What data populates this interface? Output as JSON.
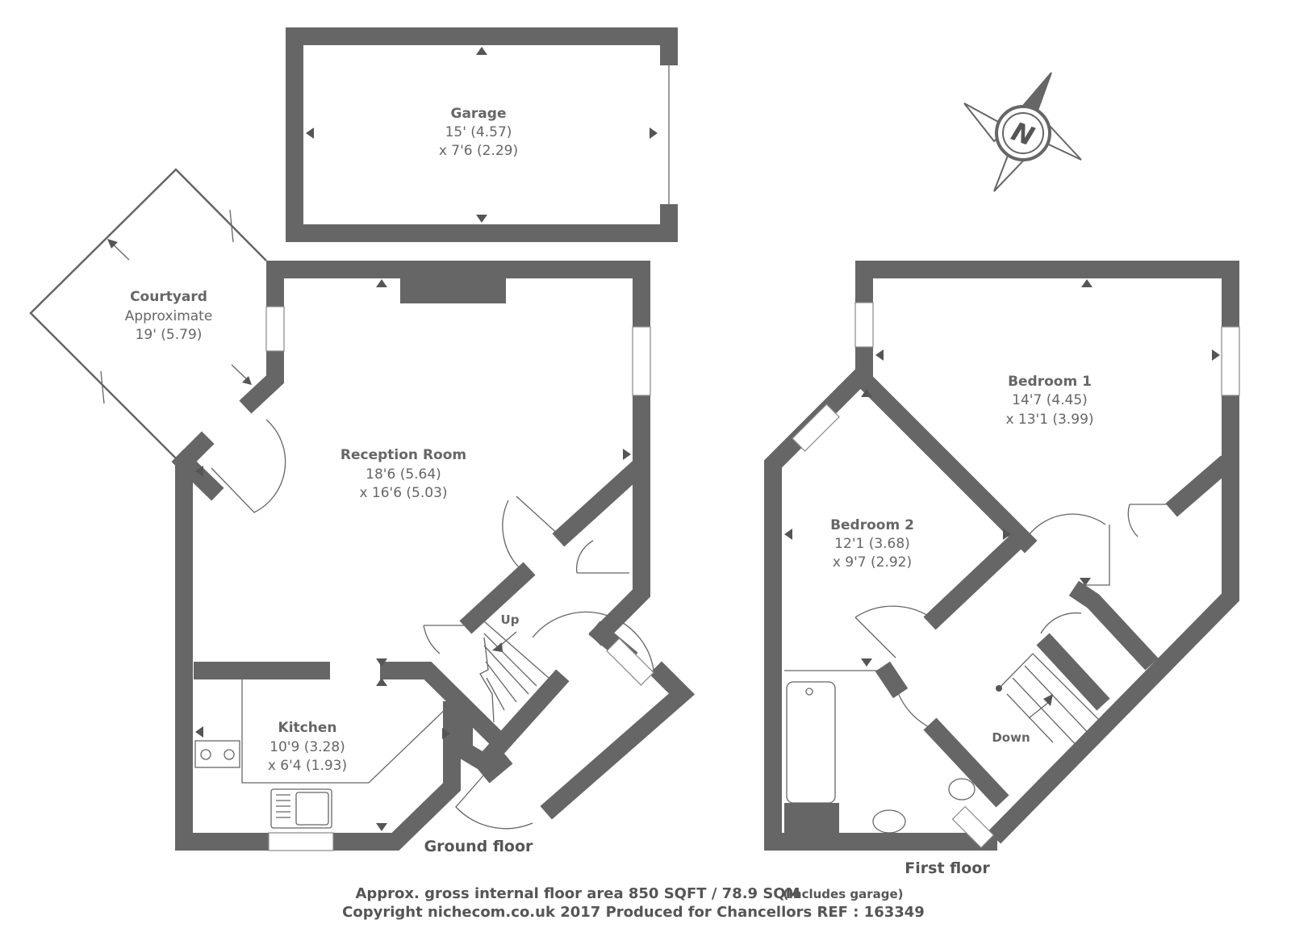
{
  "rooms": {
    "garage": {
      "name": "Garage",
      "dim1": "15' (4.57)",
      "dim2": "x 7'6 (2.29)"
    },
    "courtyard": {
      "name": "Courtyard",
      "note": "Approximate",
      "dim1": "19' (5.79)"
    },
    "reception": {
      "name": "Reception Room",
      "dim1": "18'6 (5.64)",
      "dim2": "x 16'6 (5.03)"
    },
    "kitchen": {
      "name": "Kitchen",
      "dim1": "10'9 (3.28)",
      "dim2": "x 6'4 (1.93)"
    },
    "bedroom1": {
      "name": "Bedroom 1",
      "dim1": "14'7 (4.45)",
      "dim2": "x 13'1 (3.99)"
    },
    "bedroom2": {
      "name": "Bedroom 2",
      "dim1": "12'1 (3.68)",
      "dim2": "x 9'7 (2.92)"
    }
  },
  "stairs": {
    "up": "Up",
    "down": "Down"
  },
  "floors": {
    "ground": "Ground floor",
    "first": "First floor"
  },
  "compass": {
    "letter": "N"
  },
  "footer": {
    "area_main": "Approx. gross internal floor area 850 SQFT / 78.9 SQM",
    "area_note": "(Includes garage)",
    "copyright": "Copyright nichecom.co.uk 2017 Produced for Chancellors REF : 163349"
  },
  "colors": {
    "wall": "#666666",
    "text": "#555555"
  }
}
